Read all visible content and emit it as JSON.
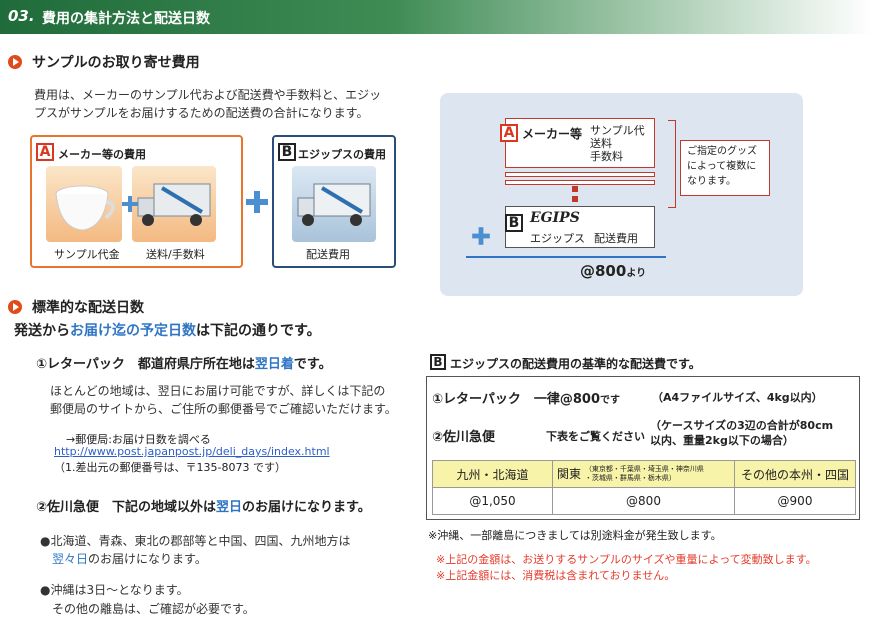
{
  "header": {
    "num": "03.",
    "title": "費用の集計方法と配送日数"
  },
  "section1": {
    "title": "サンプルのお取り寄せ費用",
    "desc1": "費用は、メーカーのサンプル代および配送費や手数料と、エジッ",
    "desc2": "プスがサンプルをお届けするための配送費の合計になります。"
  },
  "boxA": {
    "letter": "A",
    "title": "メーカー等の費用",
    "item1": "サンプル代金",
    "item2": "送料/手数料"
  },
  "boxB": {
    "letter": "B",
    "title": "エジップスの費用",
    "item1": "配送費用"
  },
  "panel": {
    "a_label": "メーカー等",
    "a_items": [
      "サンプル代",
      "送料",
      "手数料"
    ],
    "note": [
      "ご指定のグッズ",
      "によって複数に",
      "なります。"
    ],
    "b_logo": "EGIPS",
    "b_sub": "エジップス",
    "b_label": "配送費用",
    "total": "@800",
    "total_suffix": "より"
  },
  "section2": {
    "title": "標準的な配送日数",
    "lead_pre": "発送から",
    "lead_hl": "お届け迄の予定日数",
    "lead_post": "は下記の通りです。"
  },
  "letterpack": {
    "head_pre": "①レターパック　都道府県庁所在地は",
    "head_hl": "翌日着",
    "head_post": "です。",
    "p1": "ほとんどの地域は、翌日にお届け可能ですが、詳しくは下記の",
    "p2": "郵便局のサイトから、ご住所の郵便番号でご確認いただけます。",
    "link_label": "→郵便局:お届け日数を調べる",
    "url": "http://www.post.japanpost.jp/deli_days/index.html",
    "note": "（1.差出元の郵便番号は、〒135-8073 です）"
  },
  "sagawa": {
    "head_pre": "②佐川急便　下記の地域以外は",
    "head_hl": "翌日",
    "head_post": "のお届けになります。",
    "b1_l1": "●北海道、青森、東北の郡部等と中国、四国、九州地方は",
    "b1_hl": "翌々日",
    "b1_l2": "のお届けになります。",
    "b2_l1": "●沖縄は3日～となります。",
    "b2_l2": "その他の離島は、ご確認が必要です。"
  },
  "fees": {
    "letter": "B",
    "title": "エジップスの配送費用の基準的な配送費です。",
    "lp_name": "①レターパック　一律@800",
    "lp_suffix": "です",
    "lp_note": "（A4ファイルサイズ、4kg以内）",
    "sg_name": "②佐川急便",
    "sg_sub": "下表をご覧ください",
    "sg_note1": "（ケースサイズの3辺の合計が80cm",
    "sg_note2": "以内、重量2kg以下の場合）",
    "table": {
      "head": [
        "九州・北海道",
        "関東",
        "その他の本州・四国"
      ],
      "kanto_sub1": "（東京都・千葉県・埼玉県・神奈川県",
      "kanto_sub2": "・茨城県・群馬県・栃木県）",
      "values": [
        "@1,050",
        "@800",
        "@900"
      ]
    },
    "okinawa_note": "※沖縄、一部離島につきましては別途料金が発生致します。",
    "red1": "※上記の金額は、お送りするサンプルのサイズや重量によって変動致します。",
    "red2": "※上記金額には、消費税は含まれておりません。"
  }
}
